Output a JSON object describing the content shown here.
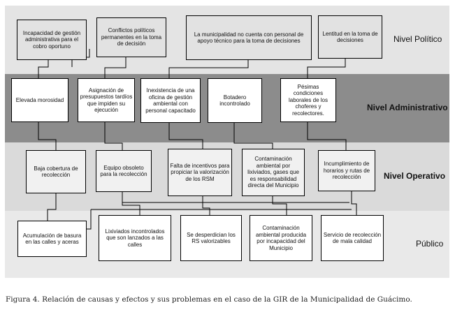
{
  "levels": {
    "politico": "Nivel Político",
    "administrativo": "Nivel Administrativo",
    "operativo": "Nivel Operativo",
    "publico": "Público"
  },
  "boxes": {
    "politico": [
      "Incapacidad de gestión administrativa para el cobro oportuno",
      "Conflictos políticos permanentes en la toma de decisión",
      "La municipalidad no cuenta con personal de apoyo técnico para la toma de decisiones",
      "Lentitud en la toma de decisiones"
    ],
    "administrativo": [
      "Elevada morosidad",
      "Asignación de presupuestos tardíos que impiden su ejecución",
      "Inexistencia de una oficina de gestión ambiental con personal capacitado",
      "Botadero incontrolado",
      "Pésimas condiciones laborales de los choferes y recolectores."
    ],
    "operativo": [
      "Baja cobertura de recolección",
      "Equipo obsoleto para la recolección",
      "Falta de incentivos para propiciar la valorización de los RSM",
      "Contaminación ambiental por lixiviados, gases que es responsabilidad directa del Municipio",
      "Incumplimiento de horarios y rutas de recolección"
    ],
    "publico": [
      "Acumulación de basura en las calles y aceras",
      "Lixiviados incontrolados que son lanzados a las calles",
      "Se desperdician los RS valorizables",
      "Contaminación ambiental producida por incapacidad del Municipio",
      "Servicio de recolección de mala calidad"
    ]
  },
  "caption": "Figura 4. Relación de causas y efectos y sus problemas en el caso de la GIR de la Municipalidad de Guácimo.",
  "colors": {
    "band_politico": "#e4e4e4",
    "band_administrativo": "#8c8c8c",
    "band_operativo": "#dadada",
    "band_publico": "#e9e9e9"
  }
}
